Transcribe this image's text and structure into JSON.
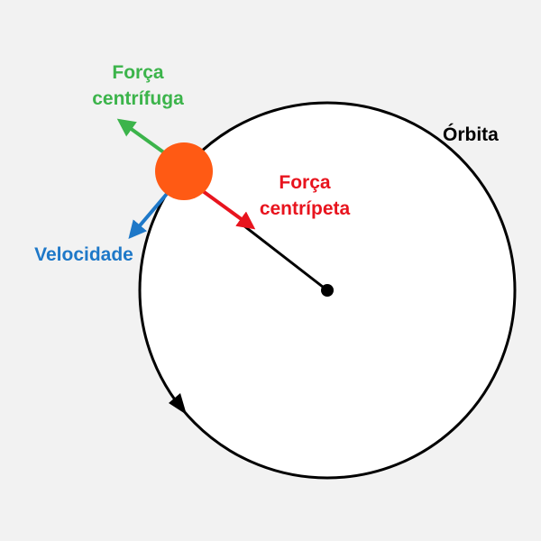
{
  "diagram": {
    "labels": {
      "orbit": "Órbita",
      "centripetal_line1": "Força",
      "centripetal_line2": "centrípeta",
      "centrifugal_line1": "Força",
      "centrifugal_line2": "centrífuga",
      "velocity": "Velocidade"
    },
    "colors": {
      "background": "#f2f2f2",
      "orbit": "#000000",
      "body": "#ff5a14",
      "centripetal": "#e8141e",
      "centrifugal": "#3cb44b",
      "velocity": "#1e78c8",
      "text_default": "#000000"
    },
    "icons": {
      "body": "orange-circle-icon",
      "center": "black-dot-icon",
      "direction": "arrowhead-icon"
    }
  }
}
